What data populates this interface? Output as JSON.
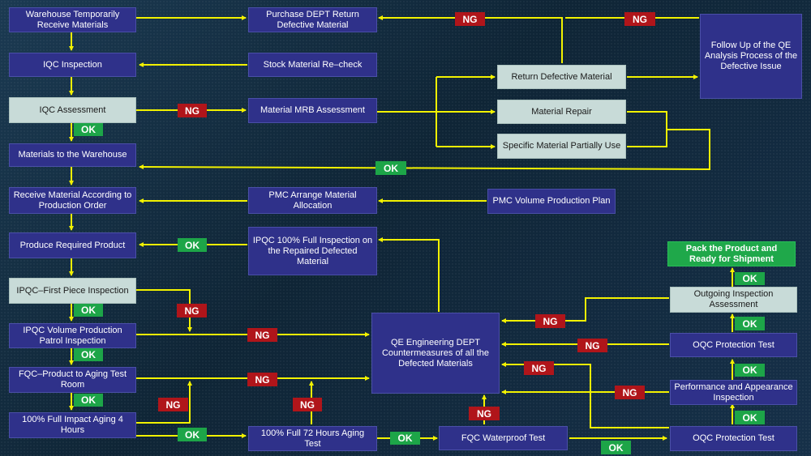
{
  "nodes": {
    "warehouse_receive": "Warehouse Temporarily Receive Materials",
    "iqc_inspection": "IQC Inspection",
    "iqc_assessment": "IQC Assessment",
    "materials_to_warehouse": "Materials to the Warehouse",
    "receive_by_order": "Receive Material According to Production Order",
    "produce_required": "Produce Required Product",
    "ipqc_first_piece": "IPQC–First Piece Inspection",
    "ipqc_volume_patrol": "IPQC Volume Production Patrol Inspection",
    "fqc_aging_room": "FQC–Product to Aging Test Room",
    "full_impact_aging": "100% Full Impact Aging 4 Hours",
    "purchase_return": "Purchase DEPT Return Defective Material",
    "stock_recheck": "Stock Material Re–check",
    "mrb_assessment": "Material MRB Assessment",
    "pmc_allocation": "PMC Arrange Material Allocation",
    "ipqc_full_repaired": "IPQC 100% Full Inspection on the Repaired Defected Material",
    "full_72_aging": "100% Full 72 Hours Aging Test",
    "return_defective": "Return Defective Material",
    "material_repair": "Material Repair",
    "partial_use": "Specific Material Partially Use",
    "pmc_plan": "PMC Volume Production Plan",
    "qe_countermeasures": "QE Engineering DEPT Countermeasures of all the Defected Materials",
    "fqc_waterproof": "FQC Waterproof Test",
    "qe_follow_up": "Follow Up of the QE Analysis Process of the Defective Issue",
    "pack_ship": "Pack the Product and Ready for Shipment",
    "outgoing_assessment": "Outgoing Inspection Assessment",
    "oqc_protection_1": "OQC Protection Test",
    "performance_appearance": "Performance and Appearance Inspection",
    "oqc_protection_2": "OQC Protection Test"
  },
  "labels": {
    "ng": "NG",
    "ok": "OK"
  },
  "colors": {
    "connector": "#f2f200",
    "ng_tag": "#b0151a",
    "ok_tag": "#1da548",
    "process_box": "#2f318a",
    "decision_box": "#c8dbd8",
    "final_box": "#1fa84a"
  }
}
